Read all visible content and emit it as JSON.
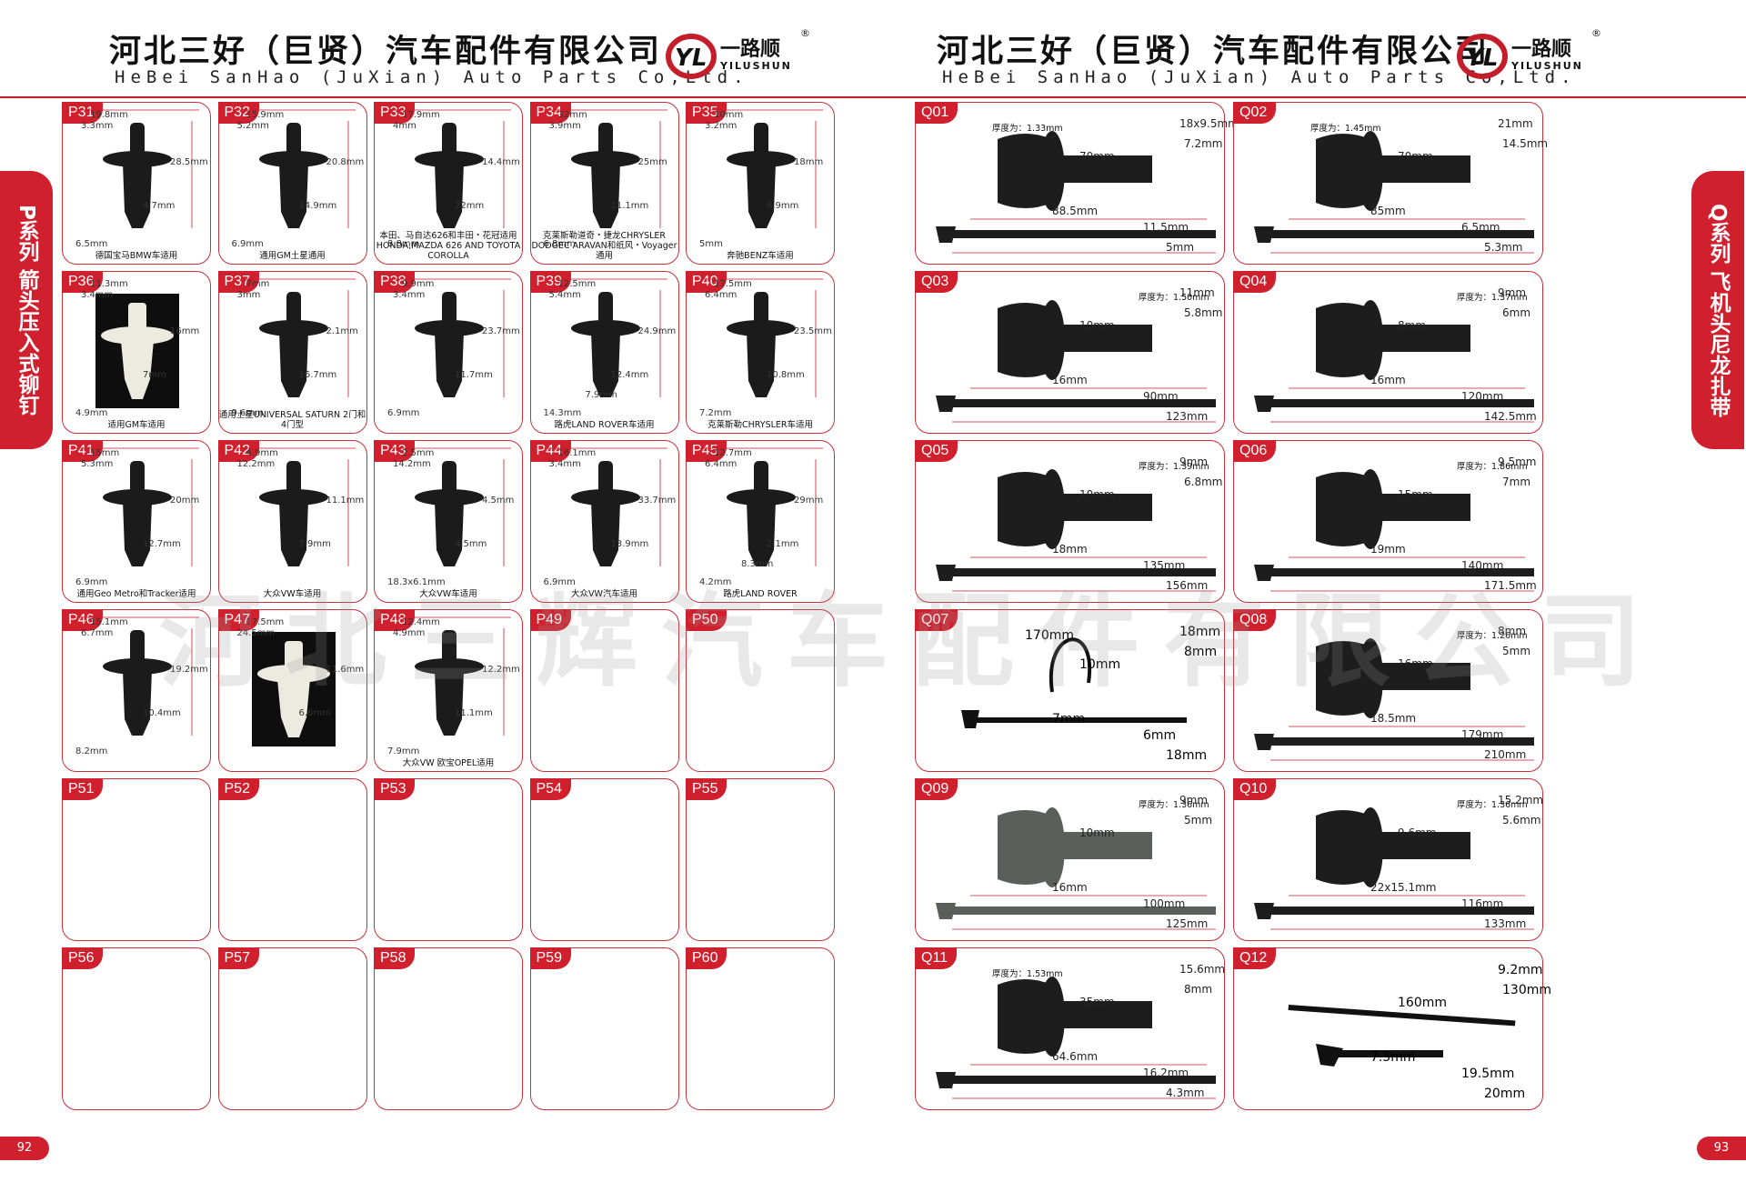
{
  "header": {
    "company_cn": "河北三好（巨贤）汽车配件有限公司",
    "company_en": "HeBei SanHao (JuXian) Auto Parts Co,Ltd.",
    "logo_cn": "一路顺",
    "logo_en": "YILUSHUN",
    "logo_reg": "®"
  },
  "left_tab": "P系列 箭头压入式铆钉",
  "right_tab": "Q系列 飞机头尼龙扎带",
  "left_page_number": "92",
  "right_page_number": "93",
  "watermark": "河北三辉汽车配件有限公司",
  "p_cells": [
    {
      "code": "P31",
      "caption": "德国宝马BMW车适用",
      "dims": [
        "19.8mm",
        "3.3mm",
        "28.5mm",
        "4.7mm",
        "6.5mm"
      ]
    },
    {
      "code": "P32",
      "caption": "通用GM土星通用",
      "dims": [
        "15.9mm",
        "5.2mm",
        "20.8mm",
        "14.9mm",
        "6.9mm"
      ]
    },
    {
      "code": "P33",
      "caption": "本田、马自达626和丰田・花冠适用 HONDA,MAZDA 626 AND TOYOTA COROLLA",
      "dims": [
        "17.9mm",
        "4mm",
        "14.4mm",
        "22mm",
        "8.8mm"
      ]
    },
    {
      "code": "P34",
      "caption": "克莱斯勒道奇・捷龙CHRYSLER DODGEC ARAVAN和纸风・Voyager通用",
      "dims": [
        "32mm",
        "3.9mm",
        "25mm",
        "11.1mm",
        "6.8mm"
      ]
    },
    {
      "code": "P35",
      "caption": "奔驰BENZ车适用",
      "dims": [
        "10mm",
        "3.2mm",
        "18mm",
        "6.9mm",
        "5mm"
      ]
    },
    {
      "code": "P36",
      "caption": "适用GM车适用",
      "dims": [
        "11.3mm",
        "3.4mm",
        "16mm",
        "7mm",
        "4.9mm"
      ]
    },
    {
      "code": "P37",
      "caption": "通用土星UNIVERSAL SATURN 2门和4门型",
      "dims": [
        "7mm",
        "3mm",
        "2.1mm",
        "16.7mm",
        "9.6mm"
      ]
    },
    {
      "code": "P38",
      "caption": "",
      "dims": [
        "9.9mm",
        "3.4mm",
        "23.7mm",
        "11.7mm",
        "6.9mm"
      ]
    },
    {
      "code": "P39",
      "caption": "路虎LAND ROVER车适用",
      "dims": [
        "12.5mm",
        "5.4mm",
        "24.9mm",
        "12.4mm",
        "14.3mm",
        "7.9mm"
      ]
    },
    {
      "code": "P40",
      "caption": "克莱斯勒CHRYSLER车适用",
      "dims": [
        "17.5mm",
        "6.4mm",
        "23.5mm",
        "10.8mm",
        "7.2mm"
      ]
    },
    {
      "code": "P41",
      "caption": "通用Geo Metro和Tracker适用",
      "dims": [
        "15mm",
        "5.3mm",
        "20mm",
        "12.7mm",
        "6.9mm"
      ]
    },
    {
      "code": "P42",
      "caption": "大众VW车适用",
      "dims": [
        "4.9mm",
        "12.2mm",
        "11.1mm",
        "7.9mm"
      ]
    },
    {
      "code": "P43",
      "caption": "大众VW车适用",
      "dims": [
        "2.5mm",
        "14.2mm",
        "4.5mm",
        "4.5mm",
        "18.3x6.1mm"
      ]
    },
    {
      "code": "P44",
      "caption": "大众VW汽车适用",
      "dims": [
        "16.1mm",
        "3.4mm",
        "33.7mm",
        "13.9mm",
        "6.9mm"
      ]
    },
    {
      "code": "P45",
      "caption": "路虎LAND ROVER",
      "dims": [
        "12.7mm",
        "6.4mm",
        "29mm",
        "2.1mm",
        "4.2mm",
        "8.3mm"
      ]
    },
    {
      "code": "P46",
      "caption": "",
      "dims": [
        "15.1mm",
        "6.7mm",
        "19.2mm",
        "10.4mm",
        "8.2mm"
      ]
    },
    {
      "code": "P47",
      "caption": "",
      "dims": [
        "17.5mm",
        "24.5mm",
        "11.6mm",
        "6.6mm"
      ]
    },
    {
      "code": "P48",
      "caption": "大众VW 欧宝OPEL适用",
      "dims": [
        "12.4mm",
        "4.9mm",
        "12.2mm",
        "11.1mm",
        "7.9mm"
      ]
    },
    {
      "code": "P49",
      "caption": "",
      "dims": []
    },
    {
      "code": "P50",
      "caption": "",
      "dims": []
    },
    {
      "code": "P51",
      "caption": "",
      "dims": []
    },
    {
      "code": "P52",
      "caption": "",
      "dims": []
    },
    {
      "code": "P53",
      "caption": "",
      "dims": []
    },
    {
      "code": "P54",
      "caption": "",
      "dims": []
    },
    {
      "code": "P55",
      "caption": "",
      "dims": []
    },
    {
      "code": "P56",
      "caption": "",
      "dims": []
    },
    {
      "code": "P57",
      "caption": "",
      "dims": []
    },
    {
      "code": "P58",
      "caption": "",
      "dims": []
    },
    {
      "code": "P59",
      "caption": "",
      "dims": []
    },
    {
      "code": "P60",
      "caption": "",
      "dims": []
    }
  ],
  "q_cells": [
    {
      "code": "Q01",
      "thickness": "厚度为：1.33mm",
      "dims": [
        "70mm",
        "88.5mm",
        "18x9.5mm",
        "7.2mm",
        "11.5mm",
        "5mm"
      ]
    },
    {
      "code": "Q02",
      "thickness": "厚度为：1.45mm",
      "dims": [
        "70mm",
        "85mm",
        "21mm",
        "14.5mm",
        "6.5mm",
        "5.3mm"
      ]
    },
    {
      "code": "Q03",
      "thickness": "厚度为：1.50mm",
      "dims": [
        "10mm",
        "16mm",
        "11mm",
        "5.8mm",
        "90mm",
        "123mm"
      ]
    },
    {
      "code": "Q04",
      "thickness": "厚度为：1.37mm",
      "dims": [
        "8mm",
        "16mm",
        "9mm",
        "6mm",
        "120mm",
        "142.5mm"
      ]
    },
    {
      "code": "Q05",
      "thickness": "厚度为：1.39mm",
      "dims": [
        "10mm",
        "18mm",
        "9mm",
        "6.8mm",
        "135mm",
        "156mm"
      ]
    },
    {
      "code": "Q06",
      "thickness": "厚度为：1.86mm",
      "dims": [
        "15mm",
        "19mm",
        "9.5mm",
        "7mm",
        "140mm",
        "171.5mm"
      ]
    },
    {
      "code": "Q07",
      "thickness": "",
      "dims": [
        "10mm",
        "7mm",
        "18mm",
        "8mm",
        "6mm",
        "18mm",
        "170mm"
      ]
    },
    {
      "code": "Q08",
      "thickness": "厚度为：1.26mm",
      "dims": [
        "16mm",
        "18.5mm",
        "8mm",
        "5mm",
        "179mm",
        "210mm"
      ]
    },
    {
      "code": "Q09",
      "thickness": "厚度为：1.36mm",
      "dims": [
        "10mm",
        "16mm",
        "9mm",
        "5mm",
        "100mm",
        "125mm"
      ]
    },
    {
      "code": "Q10",
      "thickness": "厚度为：1.36mm",
      "dims": [
        "9.6mm",
        "22x15.1mm",
        "15.2mm",
        "5.6mm",
        "116mm",
        "133mm"
      ]
    },
    {
      "code": "Q11",
      "thickness": "厚度为：1.53mm",
      "dims": [
        "35mm",
        "64.6mm",
        "15.6mm",
        "8mm",
        "16.2mm",
        "4.3mm"
      ]
    },
    {
      "code": "Q12",
      "thickness": "",
      "dims": [
        "160mm",
        "7.5mm",
        "9.2mm",
        "130mm",
        "19.5mm",
        "20mm"
      ]
    }
  ]
}
